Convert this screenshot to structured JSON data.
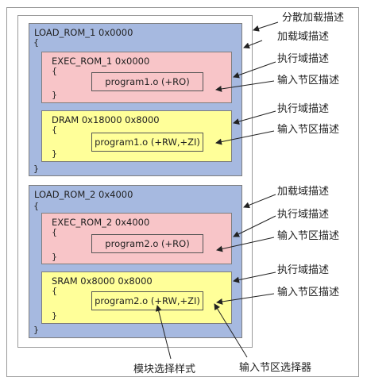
{
  "regions": {
    "load1": {
      "title": "LOAD_ROM_1 0x0000",
      "open": "{",
      "close": "}"
    },
    "exec1": {
      "title": "EXEC_ROM_1 0x0000",
      "open": "{",
      "close": "}",
      "selector": "program1.o (+RO)"
    },
    "ram1": {
      "title": "DRAM 0x18000 0x8000",
      "open": "{",
      "close": "}",
      "selector": "program1.o (+RW,+ZI)"
    },
    "load2": {
      "title": "LOAD_ROM_2 0x4000",
      "open": "{",
      "close": "}"
    },
    "exec2": {
      "title": "EXEC_ROM_2 0x4000",
      "open": "{",
      "close": "}",
      "selector": "program2.o (+RO)"
    },
    "ram2": {
      "title": "SRAM 0x8000 0x8000",
      "open": "{",
      "close": "}",
      "selector": "program2.o (+RW,+ZI)"
    }
  },
  "labels": {
    "scatter": "分散加载描述",
    "load1": "加载域描述",
    "exec1": "执行域描述",
    "sect1": "输入节区描述",
    "ram1": "执行域描述",
    "sect2": "输入节区描述",
    "load2": "加载域描述",
    "exec2": "执行域描述",
    "sect3": "输入节区描述",
    "ram2": "执行域描述",
    "sect4": "输入节区描述",
    "module_pattern": "模块选择样式",
    "section_selector": "输入节区选择器"
  }
}
